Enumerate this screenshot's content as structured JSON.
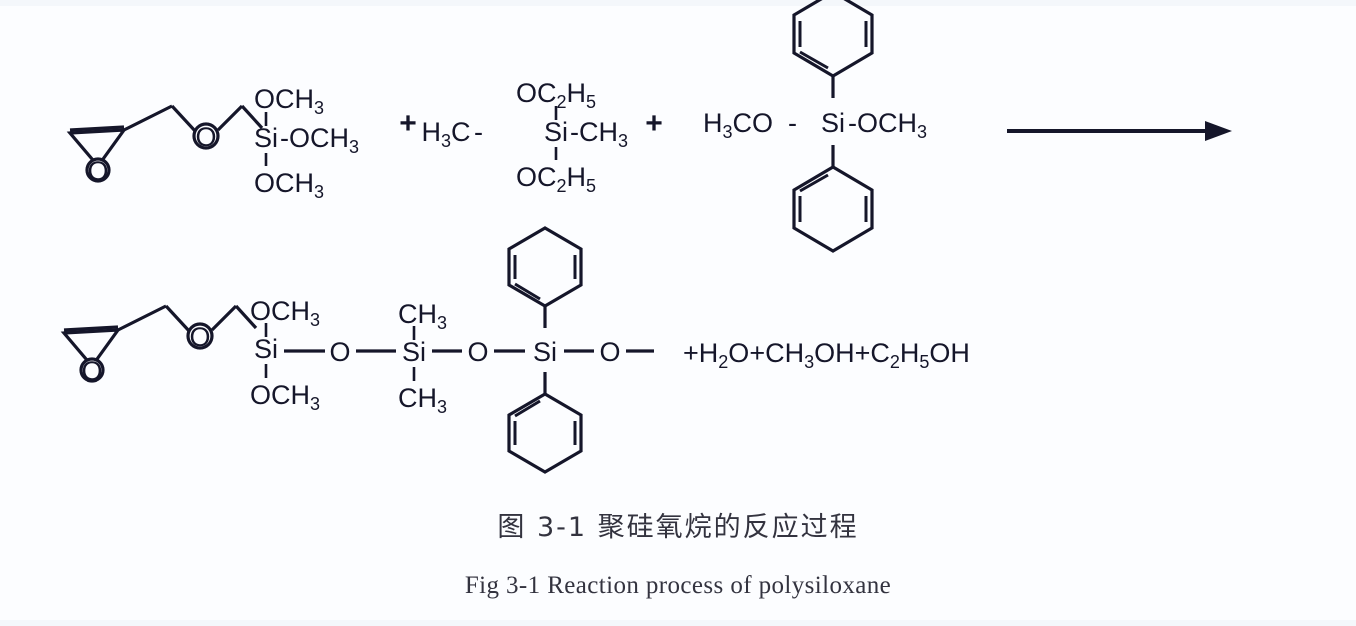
{
  "figure": {
    "caption_cn": "图 3-1  聚硅氧烷的反应过程",
    "caption_en": "Fig 3-1 Reaction process of polysiloxane",
    "ink_color": "#15162a",
    "background_color": "#fcfdff"
  },
  "reaction": {
    "operator_plus": "+",
    "arrow": "reaction-arrow-right",
    "reactants": [
      {
        "name": "3-glycidoxypropyltrimethoxysilane",
        "labels": {
          "epoxide_o": "O",
          "ether_o": "O",
          "si": "Si",
          "top_group": "OCH",
          "top_group_sub": "3",
          "right_group": "OCH",
          "right_group_sub": "3",
          "bottom_group": "OCH",
          "bottom_group_sub": "3",
          "right_dash": "-"
        }
      },
      {
        "name": "dimethyldiethoxysilane",
        "labels": {
          "si": "Si",
          "left_group": "H",
          "left_group_sub": "3",
          "left_group_rest": "C",
          "left_dash": "-",
          "right_dash": "-",
          "right_group": "CH",
          "right_group_sub": "3",
          "top_group": "OC",
          "top_group_sub1": "2",
          "top_group_mid": "H",
          "top_group_sub2": "5",
          "bottom_group": "OC",
          "bottom_group_sub1": "2",
          "bottom_group_mid": "H",
          "bottom_group_sub2": "5"
        }
      },
      {
        "name": "diphenyldimethoxysilane",
        "labels": {
          "si": "Si",
          "left_group": "H",
          "left_group_sub": "3",
          "left_group_rest": "CO",
          "left_dash": "-",
          "right_dash": "-",
          "right_group": "OCH",
          "right_group_sub": "3",
          "top_ring": "phenyl",
          "bottom_ring": "phenyl"
        }
      }
    ],
    "product": {
      "name": "polysiloxane chain",
      "labels": {
        "epoxide_o": "O",
        "ether_o": "O",
        "si1": "Si",
        "si1_top": "OCH",
        "si1_top_sub": "3",
        "si1_bottom": "OCH",
        "si1_bottom_sub": "3",
        "bridge_o1": "O",
        "si2": "Si",
        "si2_top": "CH",
        "si2_top_sub": "3",
        "si2_bottom": "CH",
        "si2_bottom_sub": "3",
        "bridge_o2": "O",
        "si3": "Si",
        "si3_top_ring": "phenyl",
        "si3_bottom_ring": "phenyl",
        "terminal_o": "O"
      }
    },
    "byproducts": {
      "plus1": "+",
      "water": "H",
      "water_sub": "2",
      "water_rest": "O",
      "plus2": "+",
      "methanol": "CH",
      "methanol_sub": "3",
      "methanol_rest": "OH",
      "plus3": "+",
      "ethanol": "C",
      "ethanol_sub1": "2",
      "ethanol_mid": "H",
      "ethanol_sub2": "5",
      "ethanol_rest": "OH"
    }
  }
}
